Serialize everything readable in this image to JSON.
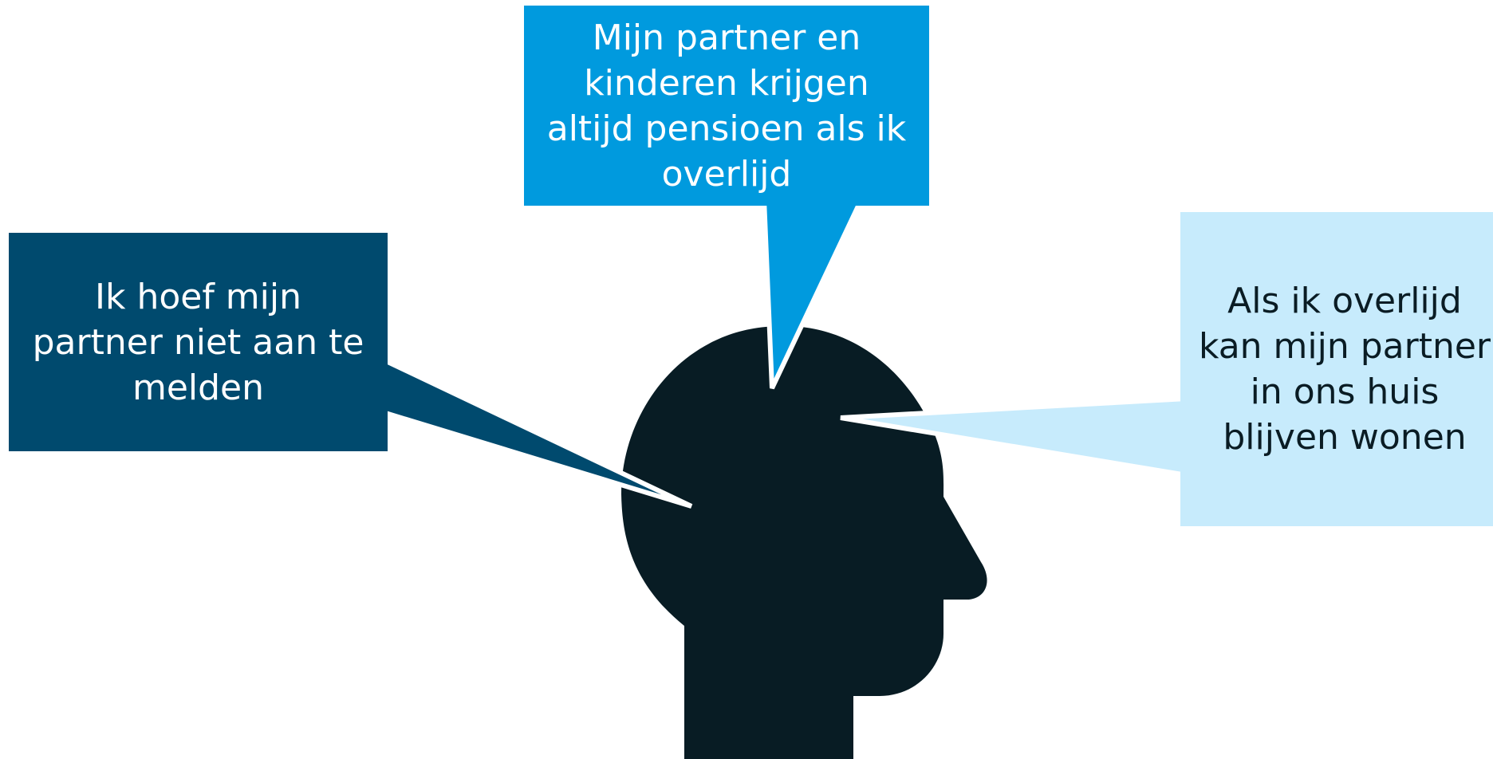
{
  "colors": {
    "head": "#081c24",
    "bubble_top": "#009ade",
    "bubble_left": "#004a6e",
    "bubble_right": "#c7ebfc",
    "text_light": "#ffffff",
    "text_dark": "#0a1c24"
  },
  "icons": {
    "head": "head-silhouette-icon"
  },
  "bubbles": {
    "top": {
      "text": "Mijn partner en\nkinderen krijgen\naltijd pensioen als ik\noverlijd"
    },
    "left": {
      "text": "Ik hoef mijn\npartner niet aan te\nmelden"
    },
    "right": {
      "text": "Als ik overlijd\nkan mijn partner\nin ons huis\nblijven wonen"
    }
  }
}
